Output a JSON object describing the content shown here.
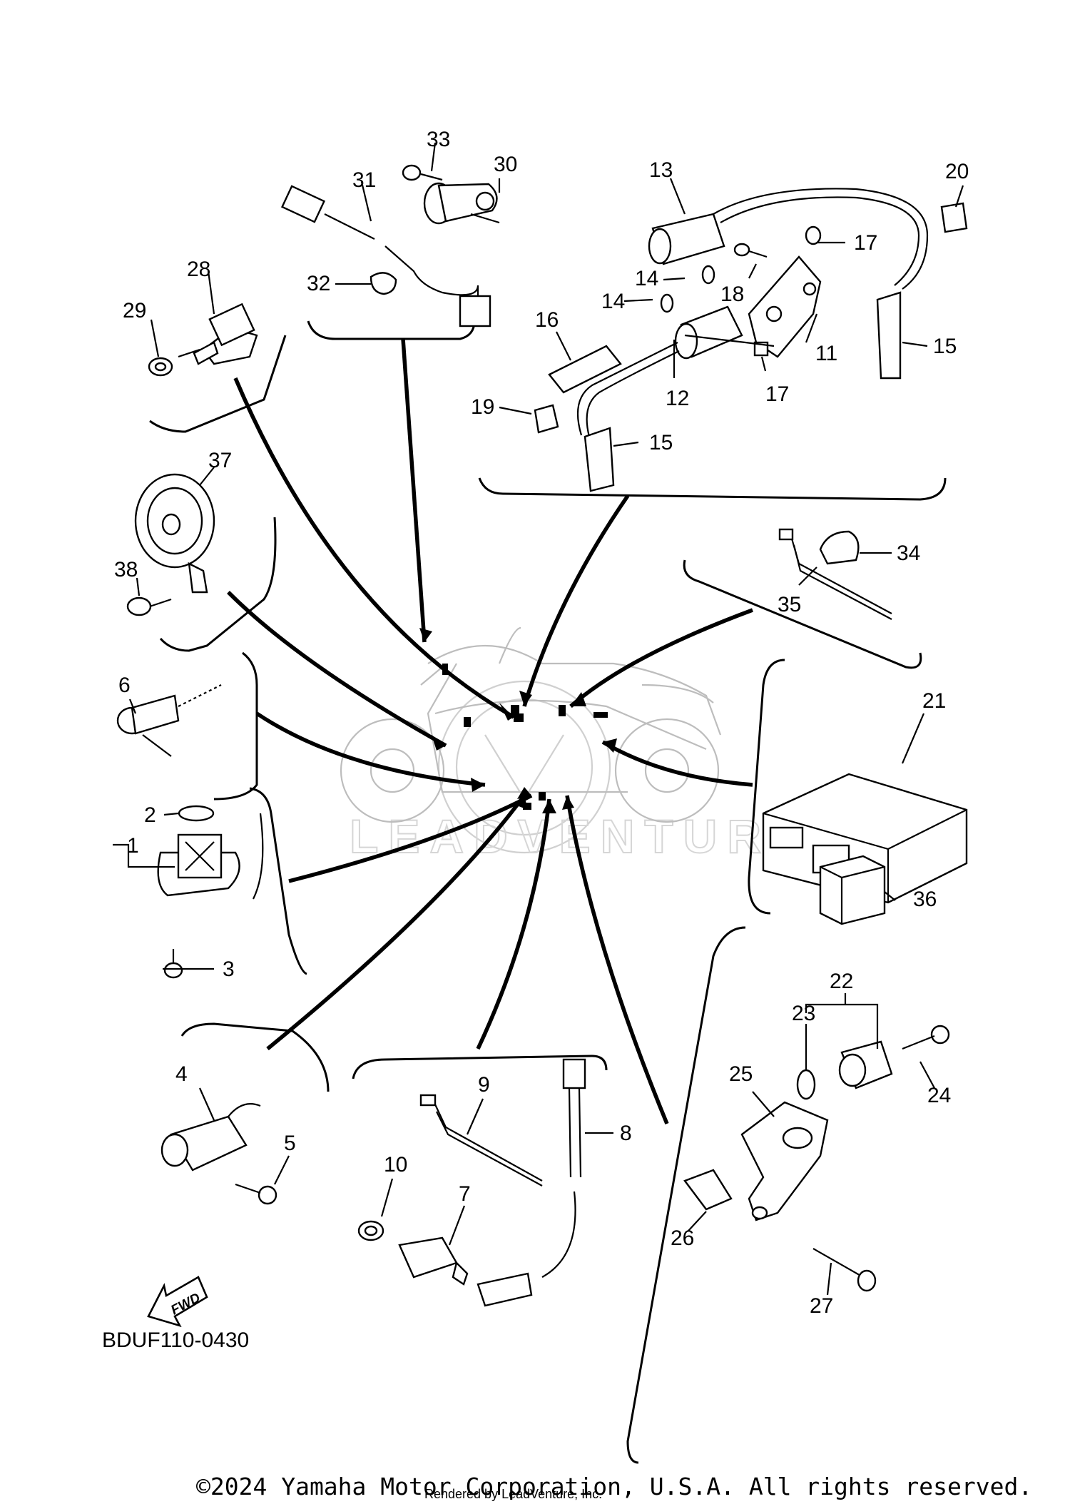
{
  "diagram_code": "BDUF110-0430",
  "direction_label": "FWD",
  "watermark": "LEADVENTURE",
  "copyright": "©2024 Yamaha Motor Corporation, U.S.A. All rights reserved.",
  "rendered_by": "Rendered by LeadVenture, Inc.",
  "callouts": {
    "c1": "1",
    "c2": "2",
    "c3": "3",
    "c4": "4",
    "c5": "5",
    "c6": "6",
    "c7": "7",
    "c8": "8",
    "c9": "9",
    "c10": "10",
    "c11": "11",
    "c12": "12",
    "c13": "13",
    "c14a": "14",
    "c14b": "14",
    "c15a": "15",
    "c15b": "15",
    "c16": "16",
    "c17a": "17",
    "c17b": "17",
    "c18": "18",
    "c19": "19",
    "c20": "20",
    "c21": "21",
    "c22": "22",
    "c23": "23",
    "c24": "24",
    "c25": "25",
    "c26": "26",
    "c27": "27",
    "c28": "28",
    "c29": "29",
    "c30": "30",
    "c31": "31",
    "c32": "32",
    "c33": "33",
    "c34": "34",
    "c35": "35",
    "c36": "36",
    "c37": "37",
    "c38": "38"
  }
}
